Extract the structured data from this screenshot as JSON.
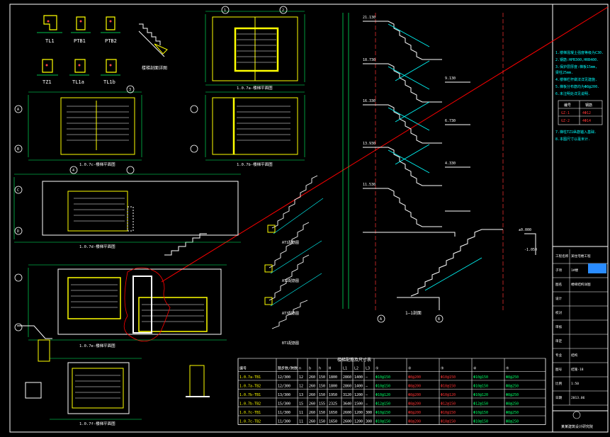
{
  "colors": {
    "background": "#000000",
    "frame": "#ffffff",
    "wall": "#ffff00",
    "axis": "#ff3333",
    "dimension": "#00ff66",
    "text": "#ffffff",
    "stair": "#00ffff",
    "section_cut": "#ff0000",
    "titleblock_accent": "#2a8cff"
  },
  "details": {
    "labels": [
      "TL1",
      "PTB1",
      "PTB2",
      "TZ1",
      "TL1a",
      "TL1b"
    ],
    "small_stair_caption": "楼梯剖面详图"
  },
  "plans": {
    "captions": [
      "1.0.7a-楼梯平面图",
      "1.0.7b-楼梯平面图",
      "1.0.7c-楼梯平面图",
      "1.0.7d-楼梯平面图",
      "1.0.7e-楼梯平面图",
      "1.0.7f-楼梯平面图"
    ],
    "axis_bubbles": [
      "A",
      "B",
      "C",
      "D",
      "1",
      "2",
      "3",
      "4"
    ]
  },
  "section": {
    "title": "1—1剖面",
    "levels": [
      "21.130",
      "18.730",
      "16.330",
      "13.930",
      "11.530",
      "9.130",
      "6.730",
      "4.330",
      "-1.050",
      "±0.000"
    ],
    "axis_bottom": [
      "A",
      "B"
    ]
  },
  "runs": {
    "captions": [
      "AT1配筋图",
      "AT2配筋图",
      "AT3配筋图",
      "BT1配筋图"
    ]
  },
  "notes": {
    "lines": [
      "1.楼梯混凝土强度等级为C30.",
      "2.钢筋:HPB300,HRB400.",
      "3.保护层厚度:梯板15mm,",
      "   梁柱25mm.",
      "4.楼梯栏杆做法详见建施.",
      "5.梯板分布筋均为Φ8@200.",
      "6.未注明处详见说明."
    ],
    "table_header": [
      "编号",
      "钢筋"
    ],
    "table_rows": [
      [
        "GZ-1",
        "4Φ12"
      ],
      [
        "GZ-2",
        "4Φ14"
      ]
    ],
    "footer_lines": [
      "7.梯柱TZ1纵筋锚入基础.",
      "8.本图尺寸以毫米计."
    ]
  },
  "schedule": {
    "title": "楼梯配筋及尺寸表",
    "headers": [
      "编号",
      "踏步数/跨数",
      "n",
      "b",
      "h",
      "H",
      "L1",
      "L2",
      "L3",
      "①",
      "②",
      "③",
      "④",
      "⑤"
    ],
    "rows": [
      [
        "1.0.7a-TB1",
        "12/300",
        "12",
        "260",
        "150",
        "1800",
        "2860",
        "1400",
        "—",
        "Φ10@150",
        "Φ8@200",
        "Φ10@150",
        "Φ10@150",
        "Φ8@250"
      ],
      [
        "1.0.7a-TB2",
        "12/300",
        "12",
        "260",
        "150",
        "1800",
        "2860",
        "1400",
        "—",
        "Φ10@150",
        "Φ8@200",
        "Φ10@150",
        "Φ10@150",
        "Φ8@250"
      ],
      [
        "1.0.7b-TB1",
        "13/300",
        "13",
        "260",
        "150",
        "1950",
        "3120",
        "1200",
        "—",
        "Φ10@120",
        "Φ8@200",
        "Φ10@120",
        "Φ10@120",
        "Φ8@250"
      ],
      [
        "1.0.7b-TB2",
        "15/300",
        "15",
        "260",
        "155",
        "2325",
        "3640",
        "1500",
        "—",
        "Φ12@150",
        "Φ8@200",
        "Φ12@150",
        "Φ12@150",
        "Φ8@250"
      ],
      [
        "1.0.7c-TB1",
        "11/300",
        "11",
        "260",
        "150",
        "1650",
        "2600",
        "1200",
        "300",
        "Φ10@150",
        "Φ8@200",
        "Φ10@150",
        "Φ10@150",
        "Φ8@250"
      ],
      [
        "1.0.7c-TB2",
        "11/300",
        "11",
        "260",
        "150",
        "1650",
        "2600",
        "1200",
        "300",
        "Φ10@150",
        "Φ8@200",
        "Φ10@150",
        "Φ10@150",
        "Φ8@250"
      ]
    ]
  },
  "titleblock": {
    "firm": "某某建筑设计研究院",
    "rows": [
      [
        "工程名称",
        "某住宅楼工程"
      ],
      [
        "子项",
        "1#楼"
      ],
      [
        "图名",
        "楼梯结构详图"
      ],
      [
        "设计",
        ""
      ],
      [
        "校对",
        ""
      ],
      [
        "审核",
        ""
      ],
      [
        "审定",
        ""
      ],
      [
        "专业",
        "结构"
      ],
      [
        "图号",
        "结施-18"
      ],
      [
        "比例",
        "1:50"
      ],
      [
        "日期",
        "2013.06"
      ]
    ]
  }
}
